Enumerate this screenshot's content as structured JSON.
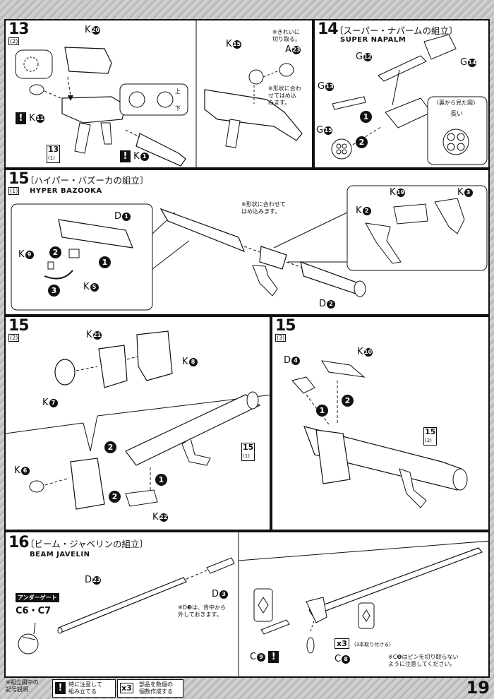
{
  "steps": {
    "s13": {
      "num": "13",
      "sub": "(2)",
      "ref": "13",
      "refsub": "(1)",
      "labels": {
        "k20": "K",
        "k20n": "20",
        "k11": "K",
        "k11n": "11",
        "k1": "K",
        "k1n": "1",
        "k15": "K",
        "k15n": "15",
        "a23": "A",
        "a23n": "23"
      },
      "notes": {
        "cut": "※きれいに\n切り取る。",
        "fit": "※形状に合わ\nせてはめ込\nみます。"
      },
      "dir": {
        "up": "上",
        "down": "下"
      }
    },
    "s14": {
      "num": "14",
      "title": "〔スーパー・ナパームの組立〕",
      "en": "SUPER NAPALM",
      "labels": {
        "g12": "G",
        "g12n": "12",
        "g14": "G",
        "g14n": "14",
        "g13": "G",
        "g13n": "13",
        "g15": "G",
        "g15n": "15"
      },
      "view": "〈裏から見た図〉",
      "long": "長い"
    },
    "s15a": {
      "num": "15",
      "sub": "(1)",
      "title": "〔ハイパー・バズーカの組立〕",
      "en": "HYPER BAZOOKA",
      "labels": {
        "d1": "D",
        "d1n": "1",
        "k9": "K",
        "k9n": "9",
        "k5": "K",
        "k5n": "5",
        "d2": "D",
        "d2n": "2",
        "k2": "K",
        "k2n": "2",
        "k19": "K",
        "k19n": "19",
        "k3": "K",
        "k3n": "3"
      },
      "note": "※形状に合わせて\nはめ込みます。"
    },
    "s15b": {
      "num": "15",
      "sub": "(2)",
      "ref": "15",
      "refsub": "(1)",
      "labels": {
        "k21": "K",
        "k21n": "21",
        "k8": "K",
        "k8n": "8",
        "k7": "K",
        "k7n": "7",
        "k6": "K",
        "k6n": "6",
        "k22": "K",
        "k22n": "22"
      }
    },
    "s15c": {
      "num": "15",
      "sub": "(3)",
      "ref": "15",
      "refsub": "(2)",
      "labels": {
        "d4": "D",
        "d4n": "4",
        "k10": "K",
        "k10n": "10"
      }
    },
    "s16": {
      "num": "16",
      "title": "〔ビーム・ジャベリンの組立〕",
      "en": "BEAM JAVELIN",
      "labels": {
        "d23": "D",
        "d23n": "23",
        "d3": "D",
        "d3n": "3",
        "c67": "C6・C7",
        "c9": "C",
        "c9n": "9",
        "c8": "C",
        "c8n": "8"
      },
      "under": "アンダーゲート",
      "notes": {
        "d3": "※D❸は、背中から\n外しておきます。",
        "c8": "※C❽はピンを切り取らない\nように注意してください。",
        "x3": "(3本取り付ける)"
      },
      "x3": "x3"
    }
  },
  "legend": {
    "title": "※組立図中の\n記号説明",
    "warn": "特に注意して\n組み立てる",
    "repeat": "部品を数個の\n個数作成する",
    "x3": "x3"
  },
  "page": "19"
}
